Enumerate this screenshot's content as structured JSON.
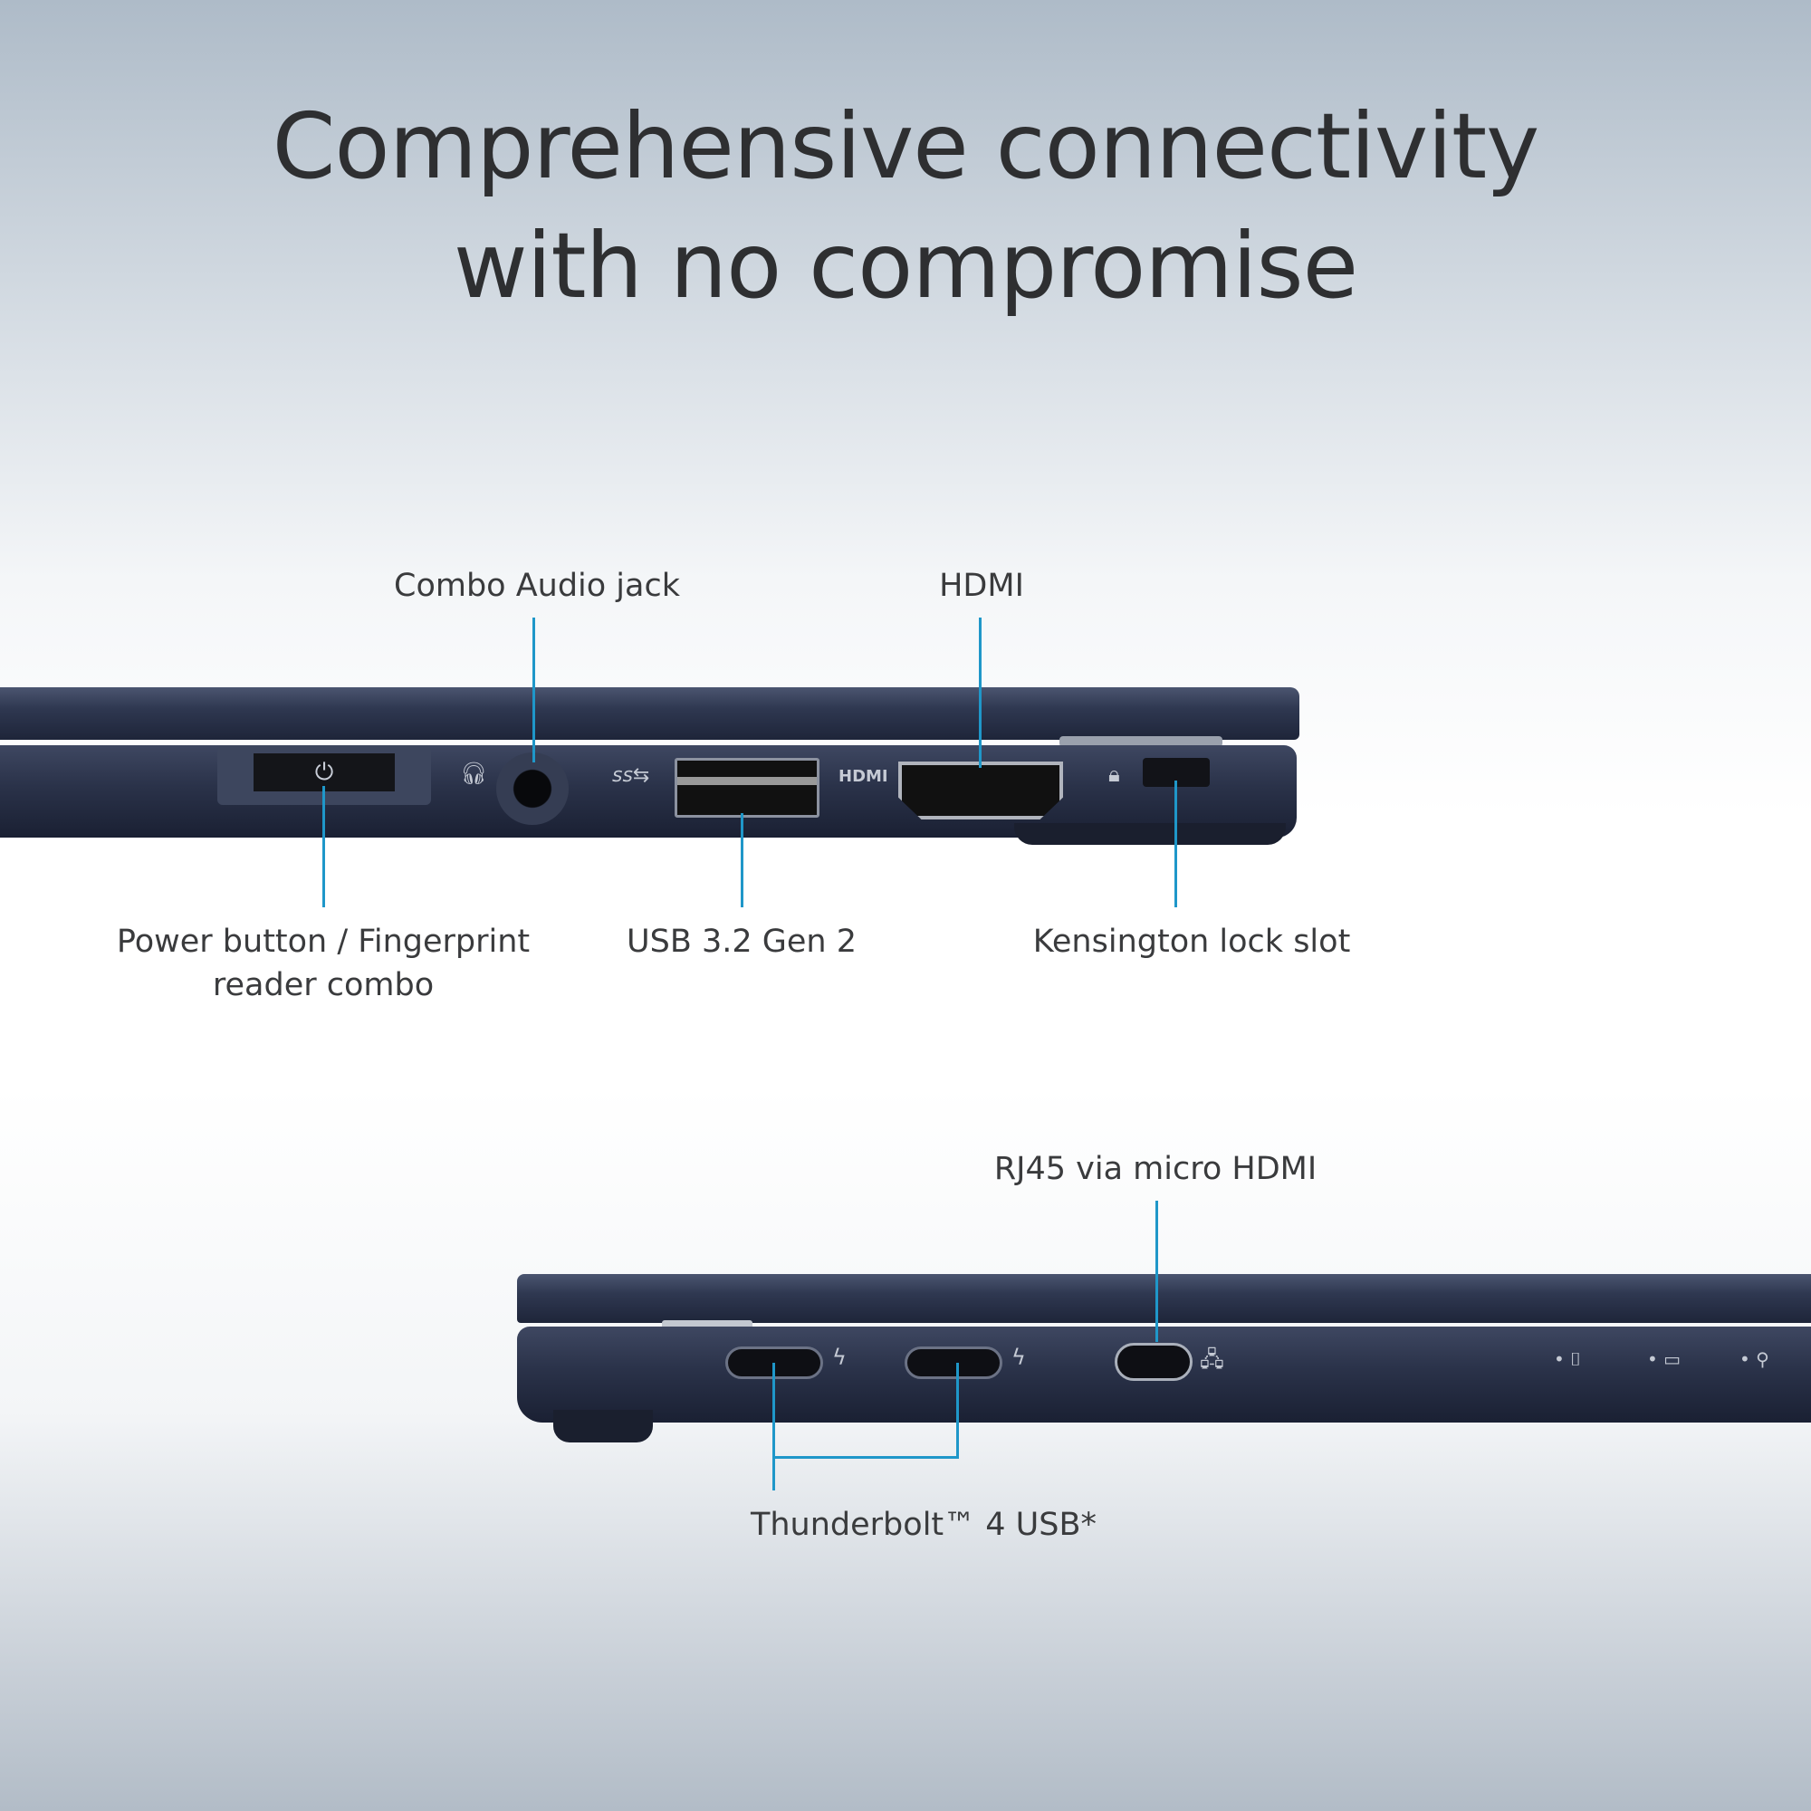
{
  "title": {
    "line1": "Comprehensive connectivity",
    "line2": "with no compromise"
  },
  "left_side": {
    "labels": {
      "audio": "Combo Audio jack",
      "hdmi": "HDMI",
      "power_line1": "Power button / Fingerprint",
      "power_line2": "reader combo",
      "usb": "USB 3.2 Gen 2",
      "kensington": "Kensington lock slot"
    },
    "port_marks": {
      "usb_logo": "ss⇆",
      "hdmi_logo": "HDMI"
    }
  },
  "right_side": {
    "labels": {
      "rj45": "RJ45 via micro HDMI",
      "thunderbolt": "Thunderbolt™ 4 USB*"
    }
  },
  "colors": {
    "callout": "#1f97c9",
    "chassis": "#2a3249"
  }
}
